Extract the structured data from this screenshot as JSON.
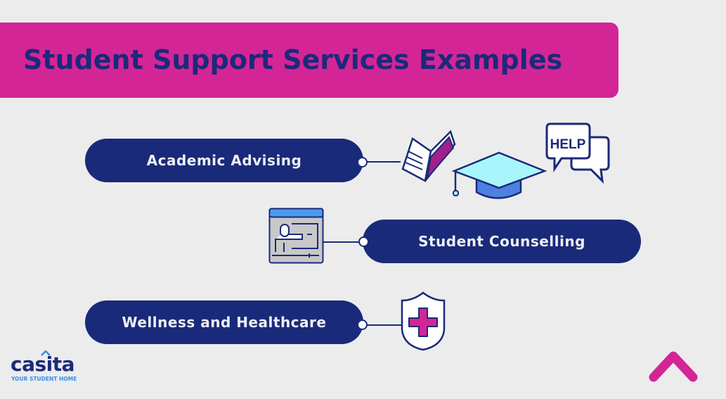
{
  "title": "Student Support Services Examples",
  "items": [
    {
      "label": "Academic Advising",
      "icons": [
        "open-book-icon",
        "graduation-cap-icon",
        "help-speech-bubbles-icon"
      ]
    },
    {
      "label": "Student Counselling",
      "icons": [
        "presentation-screen-icon"
      ]
    },
    {
      "label": "Wellness and Healthcare",
      "icons": [
        "medical-shield-icon"
      ]
    }
  ],
  "help_text": "HELP",
  "logo": {
    "name": "casita",
    "tagline": "YOUR STUDENT HOME"
  },
  "colors": {
    "banner": "#d42596",
    "navy": "#1a2a7a",
    "background": "#ececec"
  }
}
